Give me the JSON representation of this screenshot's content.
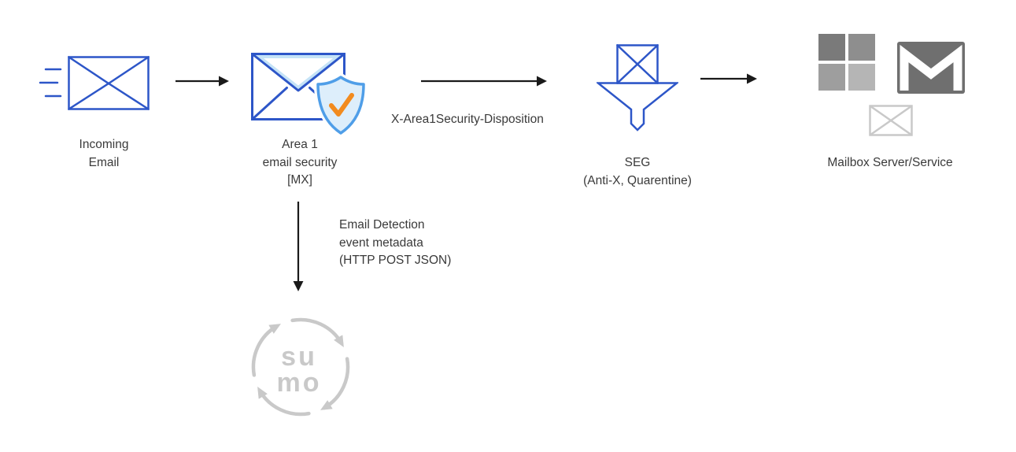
{
  "nodes": {
    "incoming_email": {
      "label": [
        "Incoming",
        "Email"
      ]
    },
    "area1": {
      "label": [
        "Area 1",
        "email security",
        "[MX]"
      ]
    },
    "seg": {
      "label": [
        "SEG",
        "(Anti-X, Quarentine)"
      ]
    },
    "mailbox": {
      "label": "Mailbox Server/Service"
    },
    "sumo": {
      "wordmark": [
        "su",
        "mo"
      ]
    }
  },
  "edges": {
    "disposition_label": "X-Area1Security-Disposition",
    "metadata_label": [
      "Email Detection",
      "event metadata",
      "(HTTP POST JSON)"
    ]
  },
  "colors": {
    "brand_blue": "#2d56c8",
    "light_blue": "#c5e3f7",
    "shield_blue": "#4f9ee8",
    "shield_fill": "#ddeefb",
    "check_orange": "#f28b1f",
    "arrow_black": "#1a1a1a",
    "logo_gray": "#c9c9c9",
    "text_gray": "#3a3a3a",
    "ms_gray_tl": "#7a7a7a",
    "ms_gray_tr": "#8e8e8e",
    "ms_gray_bl": "#9e9e9e",
    "ms_gray_br": "#b5b5b5",
    "gmail_gray": "#6f6f6f"
  }
}
